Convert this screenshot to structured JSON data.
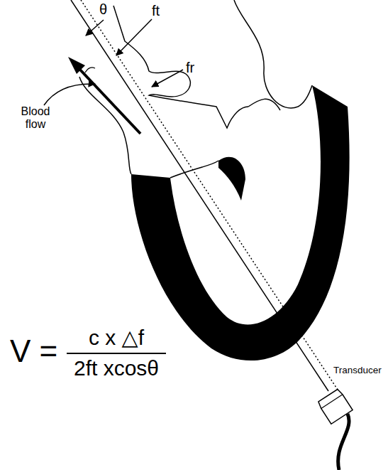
{
  "diagram": {
    "labels": [
      "θ",
      "ft",
      "fr",
      "Blood flow",
      "Transducer",
      "V =",
      "c x △f",
      "2ft xcosθ"
    ]
  }
}
